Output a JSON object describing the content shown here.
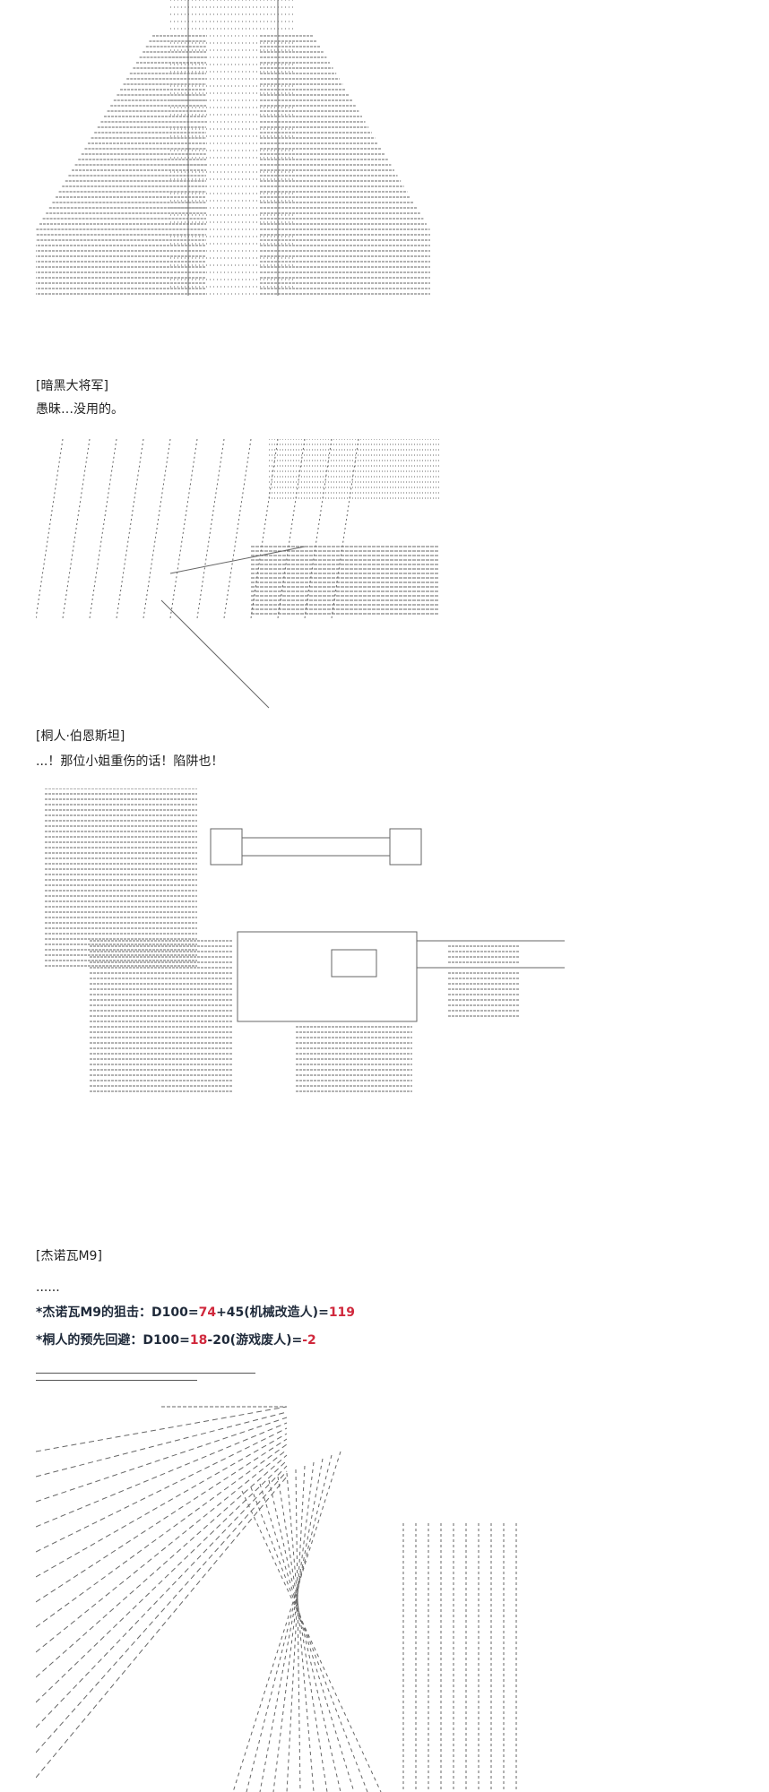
{
  "post": {
    "blocks": [
      {
        "speaker": "[暗黑大将军]",
        "line": "愚昧…没用的。"
      },
      {
        "speaker": "[桐人·伯恩斯坦]",
        "line": "...！那位小姐重伤的话！陷阱也！"
      },
      {
        "speaker": "[杰诺瓦M9]",
        "line": "......"
      }
    ],
    "rolls": [
      {
        "prefix": "*杰诺瓦M9的狙击：D100=",
        "roll": "74",
        "mid": "+45(机械改造人)=",
        "result": "119"
      },
      {
        "prefix": "*桐人的预先回避：D100=",
        "roll": "18",
        "mid": "-20(游戏废人)=",
        "result": "-2"
      }
    ],
    "colors": {
      "text": "#222222",
      "highlight": "#d0283c"
    }
  }
}
